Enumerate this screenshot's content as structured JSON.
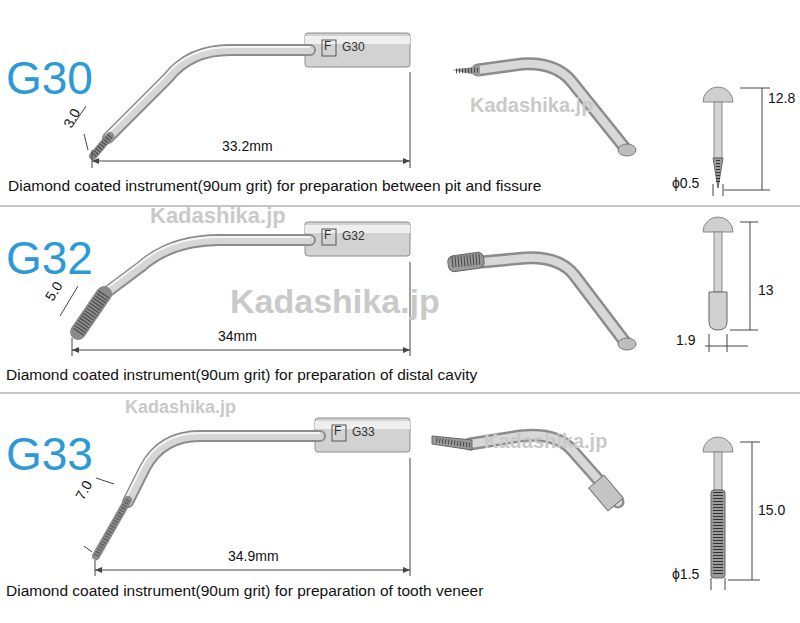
{
  "diagram": {
    "labels": [
      "G30",
      "F",
      "G30",
      "3.0",
      "33.2mm",
      "12.8",
      "ϕ0.5",
      "Diamond coated instrument(90um grit) for preparation between pit and fissure",
      "Kadashika.jp",
      "G32",
      "F",
      "G32",
      "5.0",
      "34mm",
      "13",
      "1.9",
      "Diamond coated instrument(90um grit) for preparation of distal cavity",
      "Kadashika.jp",
      "Kadashika.jp",
      "Kadashika.jp",
      "G33",
      "F",
      "G33",
      "7.0",
      "34.9mm",
      "15.0",
      "ϕ1.5",
      "Diamond coated instrument(90um grit) for preparation of tooth veneer",
      "Kadashika.jp"
    ]
  }
}
